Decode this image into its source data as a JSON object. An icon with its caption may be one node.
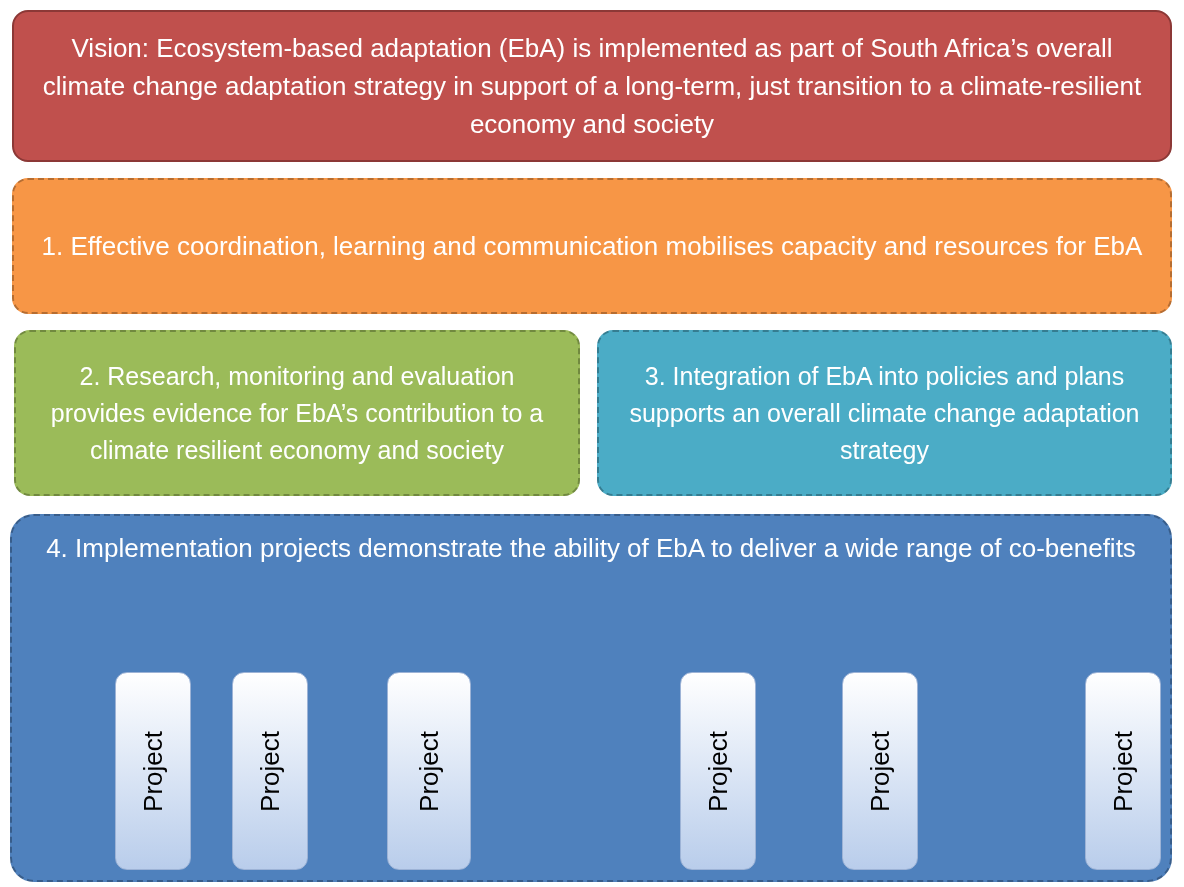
{
  "diagram": {
    "nodes": [
      {
        "text": [
          "Vision: Ecosystem-based adaptation (EbA) is implemented as part of South Africa’s overall climate change adaptation strategy in support of a long-term, just transition to a climate-resilient economy and society"
        ]
      },
      {
        "text": [
          "1. Effective coordination, learning and communication mobilises capacity and resources for EbA"
        ]
      },
      {
        "text": [
          "2. Research, monitoring and evaluation provides evidence for EbA’s contribution to a climate resilient economy and society"
        ]
      },
      {
        "text": [
          "3. Integration of EbA into policies and plans supports an overall climate change adaptation strategy"
        ]
      },
      {
        "text": [
          "4. Implementation projects demonstrate the ability of EbA to deliver a wide range of co-benefits"
        ]
      },
      {
        "text": [
          "Project"
        ],
        "in": 4
      },
      {
        "text": [
          "Project"
        ],
        "in": 4
      },
      {
        "text": [
          "Project"
        ],
        "in": 4
      },
      {
        "text": [
          "Project"
        ],
        "in": 4
      },
      {
        "text": [
          "Project"
        ],
        "in": 4
      },
      {
        "text": [
          "Project"
        ],
        "in": 4
      }
    ]
  }
}
